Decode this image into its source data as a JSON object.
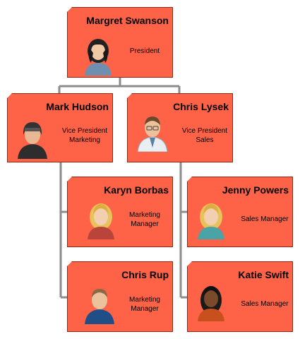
{
  "nodes": {
    "president": {
      "name": "Margret Swanson",
      "role": [
        "President"
      ]
    },
    "vp_marketing": {
      "name": "Mark Hudson",
      "role": [
        "Vice President",
        "Marketing"
      ]
    },
    "vp_sales": {
      "name": "Chris Lysek",
      "role": [
        "Vice President",
        "Sales"
      ]
    },
    "mm_karyn": {
      "name": "Karyn Borbas",
      "role": [
        "Marketing",
        "Manager"
      ]
    },
    "mm_chris": {
      "name": "Chris Rup",
      "role": [
        "Marketing",
        "Manager"
      ]
    },
    "sm_jenny": {
      "name": "Jenny Powers",
      "role": [
        "Sales Manager"
      ]
    },
    "sm_katie": {
      "name": "Katie Swift",
      "role": [
        "Sales Manager"
      ]
    }
  },
  "avatars": {
    "president": "woman-dark-hair-avatar-icon",
    "vp_marketing": "man-beanie-avatar-icon",
    "vp_sales": "doctor-avatar-icon",
    "mm_karyn": "woman-blonde-avatar-icon",
    "mm_chris": "man-avatar-icon",
    "sm_jenny": "woman-blonde-avatar-icon",
    "sm_katie": "woman-dark-skin-avatar-icon"
  },
  "colors": {
    "node_fill": "#ff6347",
    "node_border": "#8a2a18",
    "connector": "#8c8c8c"
  }
}
